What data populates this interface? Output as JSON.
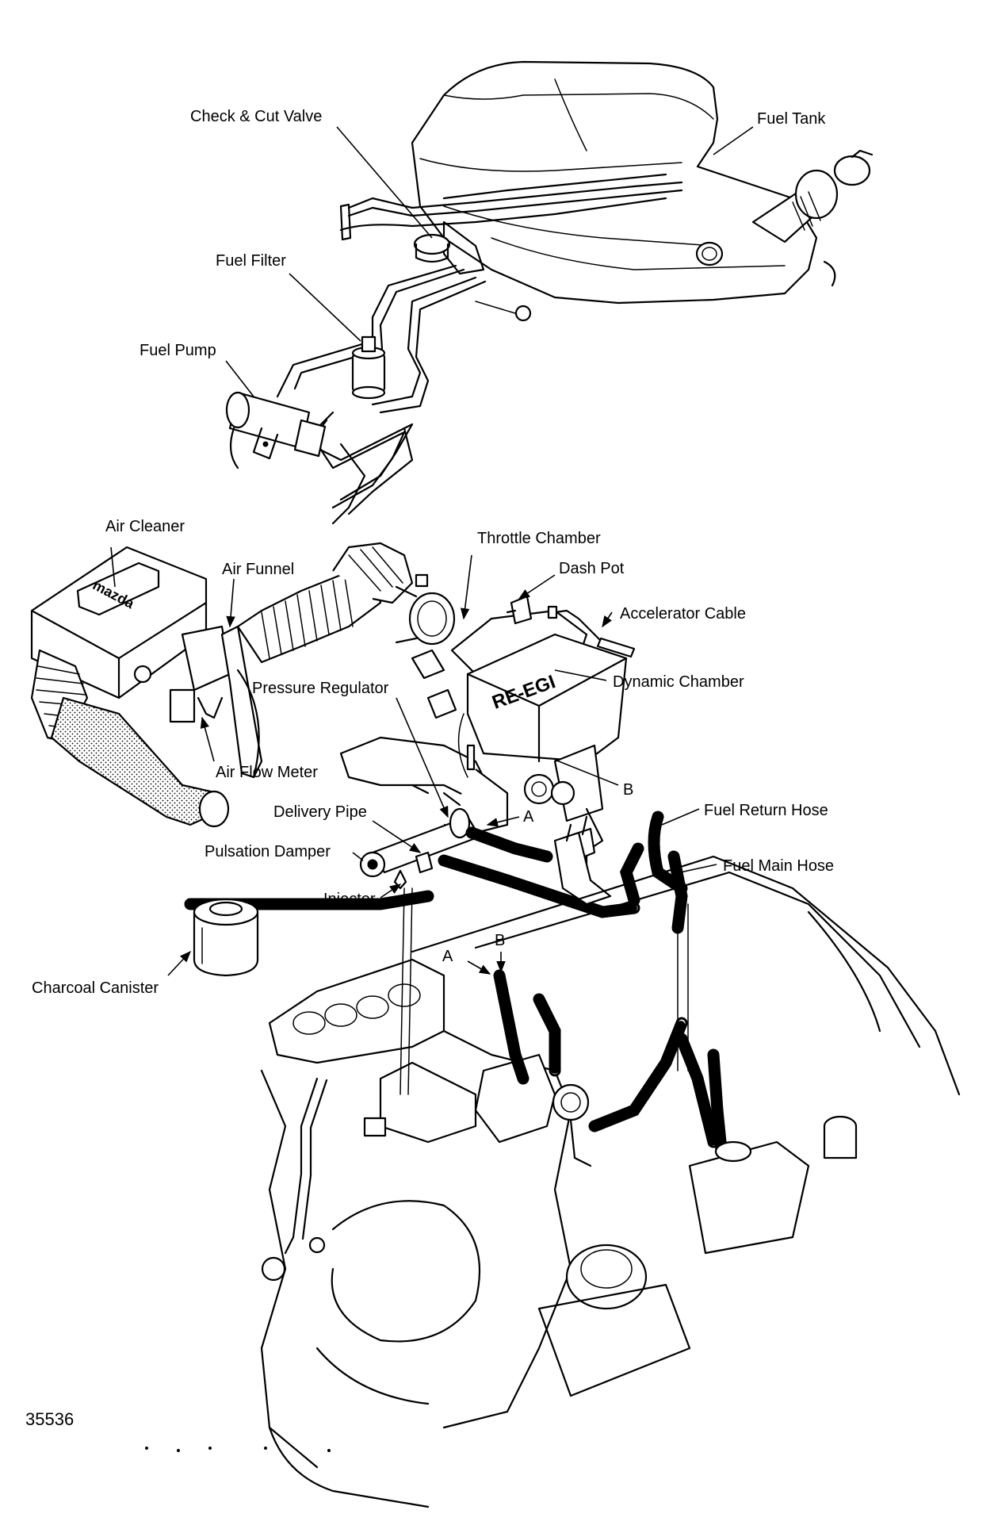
{
  "labels": {
    "check_cut_valve": "Check & Cut Valve",
    "fuel_tank": "Fuel Tank",
    "fuel_filter": "Fuel Filter",
    "fuel_pump": "Fuel Pump",
    "air_cleaner": "Air Cleaner",
    "throttle_chamber": "Throttle Chamber",
    "dash_pot": "Dash Pot",
    "air_funnel": "Air Funnel",
    "accelerator_cable": "Accelerator Cable",
    "dynamic_chamber": "Dynamic Chamber",
    "pressure_regulator": "Pressure Regulator",
    "air_flow_meter": "Air Flow Meter",
    "b_upper": "B",
    "delivery_pipe": "Delivery Pipe",
    "a_upper": "A",
    "fuel_return_hose": "Fuel Return Hose",
    "pulsation_damper": "Pulsation Damper",
    "fuel_main_hose": "Fuel Main Hose",
    "injector": "Injector",
    "charcoal_canister": "Charcoal Canister",
    "a_lower": "A",
    "b_lower": "B"
  },
  "markings": {
    "air_cleaner_brand": "mazda",
    "chamber_marking": "RE-EGI"
  },
  "figure_number": "35536"
}
